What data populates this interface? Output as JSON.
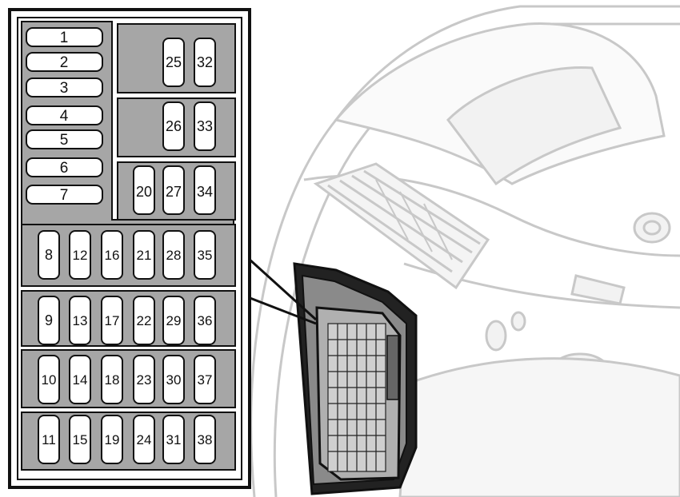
{
  "fuse_box": {
    "horizontal_fuses": [
      {
        "number": "1"
      },
      {
        "number": "2"
      },
      {
        "number": "3"
      },
      {
        "number": "4"
      },
      {
        "number": "5"
      },
      {
        "number": "6"
      },
      {
        "number": "7"
      }
    ],
    "top_right_fuses": [
      {
        "number": "25"
      },
      {
        "number": "32"
      },
      {
        "number": "26"
      },
      {
        "number": "33"
      },
      {
        "number": "20"
      },
      {
        "number": "27"
      },
      {
        "number": "34"
      }
    ],
    "fuse_rows": [
      [
        "8",
        "12",
        "16",
        "21",
        "28",
        "35"
      ],
      [
        "9",
        "13",
        "17",
        "22",
        "29",
        "36"
      ],
      [
        "10",
        "14",
        "18",
        "23",
        "30",
        "37"
      ],
      [
        "11",
        "15",
        "19",
        "24",
        "31",
        "38"
      ]
    ]
  },
  "colors": {
    "panel_gray": "#a6a6a6",
    "fuse_white": "#ffffff",
    "line_dark": "#111111",
    "dash_line": "#c8c8c8"
  }
}
